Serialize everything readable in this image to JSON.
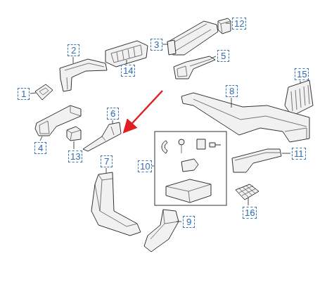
{
  "diagram": {
    "labels": [
      "12",
      "3",
      "2",
      "5",
      "14",
      "15",
      "1",
      "8",
      "6",
      "4",
      "13",
      "7",
      "10",
      "11",
      "16",
      "9"
    ]
  }
}
